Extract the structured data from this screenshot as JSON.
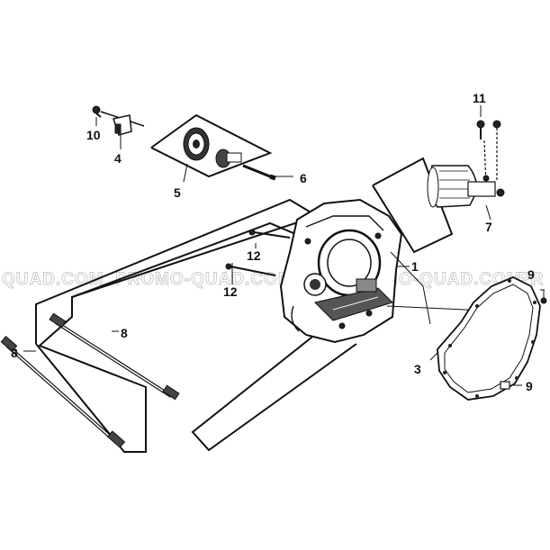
{
  "diagram": {
    "watermark_left": "QUAD.COM",
    "watermark_center": "PROMO-QUAD.COM",
    "watermark_center2": "PROMO-QUAD.COM",
    "watermark_right": "PR",
    "callouts": {
      "p1": "1",
      "p3": "3",
      "p4": "4",
      "p5": "5",
      "p6": "6",
      "p7": "7",
      "p8a": "8",
      "p8b": "8",
      "p9a": "9",
      "p9b": "9",
      "p10": "10",
      "p11": "11",
      "p12a": "12",
      "p12b": "12"
    }
  }
}
